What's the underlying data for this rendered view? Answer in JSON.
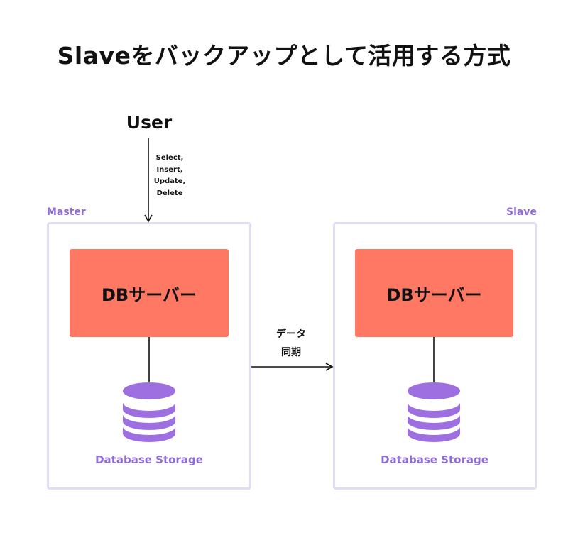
{
  "title": "Slaveをバックアップとして活用する方式",
  "user": {
    "label": "User",
    "operations": [
      "Select,",
      "Insert,",
      "Update,",
      "Delete"
    ]
  },
  "master": {
    "label": "Master",
    "server_label": "DBサーバー",
    "storage_label": "Database Storage"
  },
  "slave": {
    "label": "Slave",
    "server_label": "DBサーバー",
    "storage_label": "Database Storage"
  },
  "sync": {
    "lines": [
      "データ",
      "同期"
    ]
  },
  "colors": {
    "server": "#fe7863",
    "storage": "#9d6fe0",
    "box_border": "#e2dcf6",
    "label": "#8f6cd6"
  }
}
